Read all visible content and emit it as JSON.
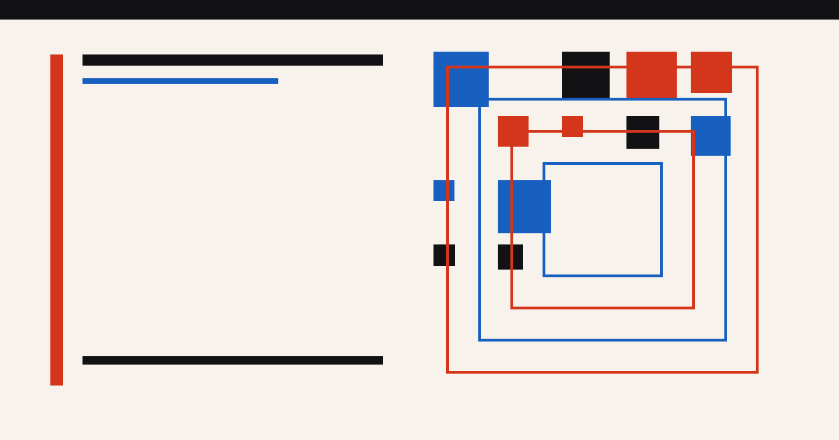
{
  "colors": {
    "background": "#f7f3ec",
    "ink": "#121214",
    "red": "#d4361b",
    "blue": "#1860bf"
  },
  "squares": [
    {
      "color": "blue"
    },
    {
      "color": "ink"
    },
    {
      "color": "red"
    },
    {
      "color": "red"
    },
    {
      "color": "red"
    },
    {
      "color": "red"
    },
    {
      "color": "ink"
    },
    {
      "color": "blue"
    },
    {
      "color": "blue"
    },
    {
      "color": "blue"
    },
    {
      "color": "ink"
    },
    {
      "color": "ink"
    }
  ],
  "frames": [
    {
      "color": "red"
    },
    {
      "color": "blue"
    },
    {
      "color": "red"
    },
    {
      "color": "blue"
    }
  ]
}
